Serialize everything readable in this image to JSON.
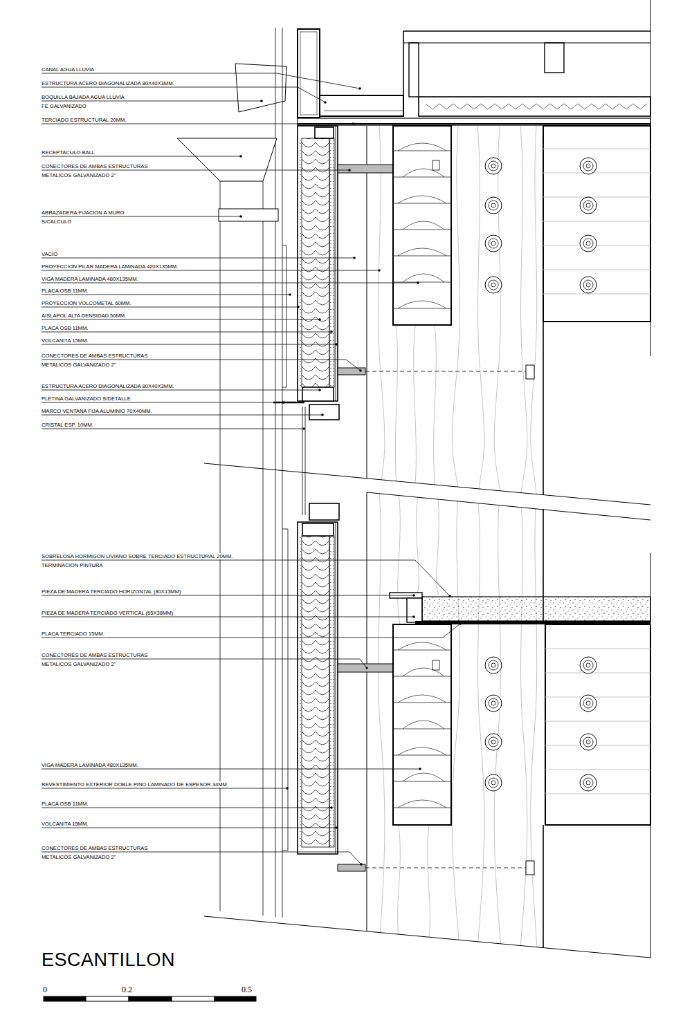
{
  "diagram": {
    "title": "ESCANTILLON",
    "labels": [
      "CANAL AGUA LLUVIA",
      "ESTRUCTURA ACERO DIAGONALIZADA 80X40X3MM.",
      "BOQUILLA BAJADA AGUA LLUVIA FE GALVANIZADO",
      "TERCIADO ESTRUCTURAL 20MM.",
      "RECEPTACULO BALL",
      "CONECTORES DE AMBAS ESTRUCTURAS METALICOS GALVANIZADO 2\"",
      "ABRAZADERA FIJACION A MURO S/CALCULO",
      "VACÍO",
      "PROYECCION PILAR MADERA LAMINADA 420X135MM.",
      "VIGA MADERA LAMINADA 480X135MM.",
      "PLACA OSB 11MM.",
      "PROYECCION VOLCOMETAL 60MM.",
      "AISLAPOL ALTA DENSIDAD 50MM.",
      "PLACA OSB 11MM.",
      "VOLCANITA 15MM.",
      "CONECTORES DE AMBAS ESTRUCTURAS METALICOS GALVANIZADO 2\"",
      "ESTRUCTURA ACERO DIAGONALIZADA 80X40X3MM.",
      "PLETINA GALVANIZADO S/DETALLE",
      "MARCO VENTANA FIJA ALUMINIO 70X40MM.",
      "CRISTAL ESP. 10MM.",
      "SOBRELOSA HORMIGON LIVIANO SOBRE TERCIADO ESTRUCTURAL 20MM. TERMINACION PINTURA",
      "PIEZA DE MADERA TERCIADO HORIZONTAL (80X13MM)",
      "PIEZA DE MADERA TERCIADO VERTICAL (65X38MM)",
      "PLACA TERCIADO 15MM.",
      "CONECTORES DE AMBAS ESTRUCTURAS METALICOS GALVANIZADO 2\"",
      "VIGA MADERA LAMINADA 480X135MM.",
      "REVESTIMIENTO EXTERIOR DOBLE PINO LAMINADO DE ESPESOR 34MM",
      "PLACA OSB 11MM.",
      "VOLCANITA 15MM.",
      "CONECTORES DE AMBAS ESTRUCTURAS METALICOS GALVANIZADO 2\"",
      "0",
      "0.2",
      "0.5"
    ]
  }
}
